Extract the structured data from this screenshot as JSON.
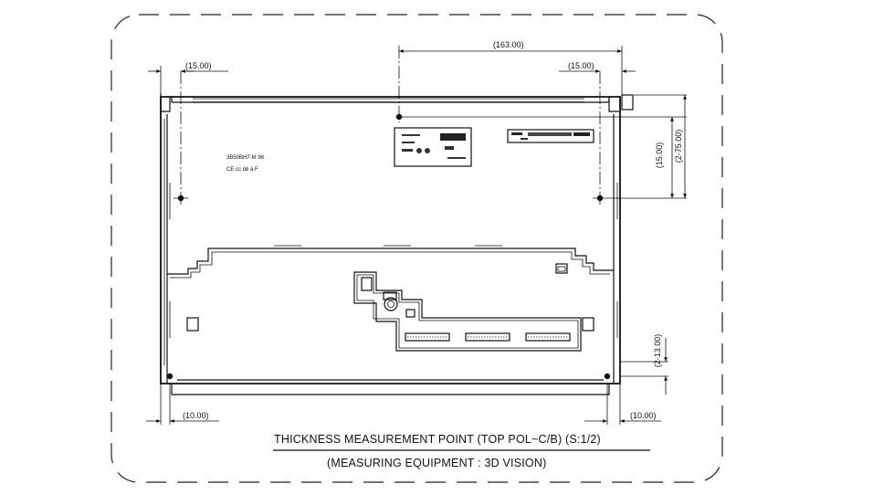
{
  "dimensions": {
    "top_center": "(163.00)",
    "top_left": "(15.00)",
    "top_right": "(15.00)",
    "right_upper_inner": "(15.00)",
    "right_upper_outer": "(2-75.00)",
    "right_lower": "(2-13.00)",
    "bottom_left": "(10.00)",
    "bottom_right": "(10.00)"
  },
  "labels": {
    "label_line1": "3B50BH7-M 98",
    "label_line2": "CE cc dé à F"
  },
  "caption": {
    "line1": "THICKNESS MEASUREMENT POINT (TOP POL~C/B) (S:1/2)",
    "line2": "(MEASURING EQUIPMENT : 3D VISION)"
  }
}
